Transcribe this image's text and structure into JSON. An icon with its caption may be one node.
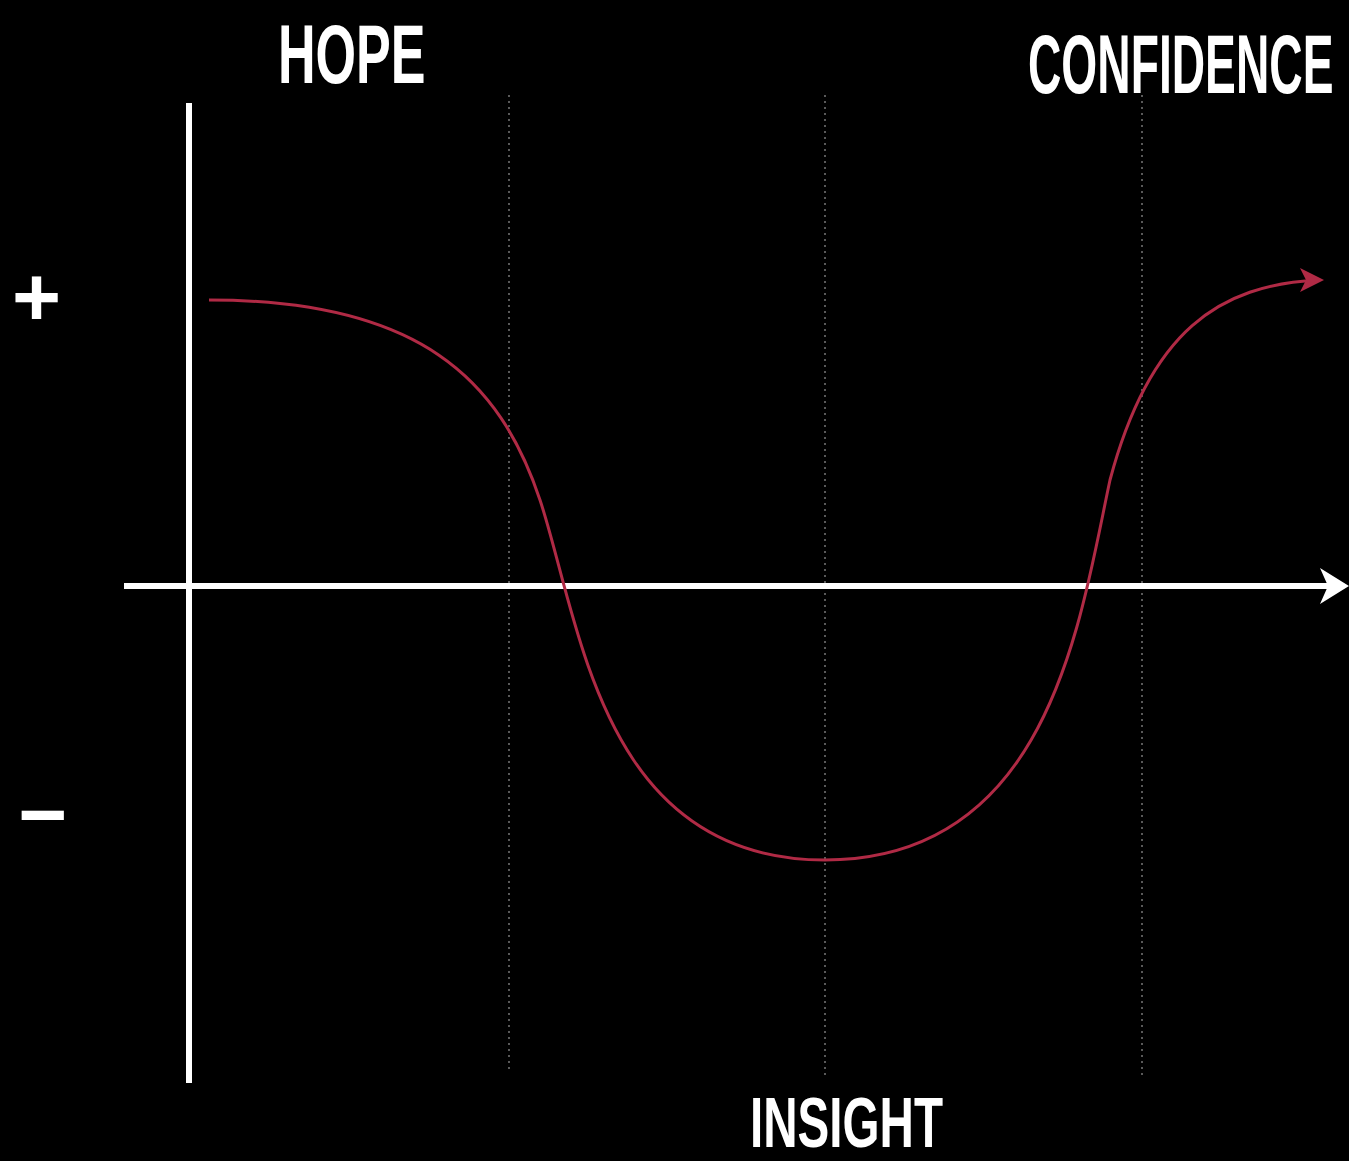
{
  "diagram": {
    "labels": [
      "HOPE",
      "CONFIDENCE",
      "+",
      "−",
      "INSIGHT"
    ]
  }
}
